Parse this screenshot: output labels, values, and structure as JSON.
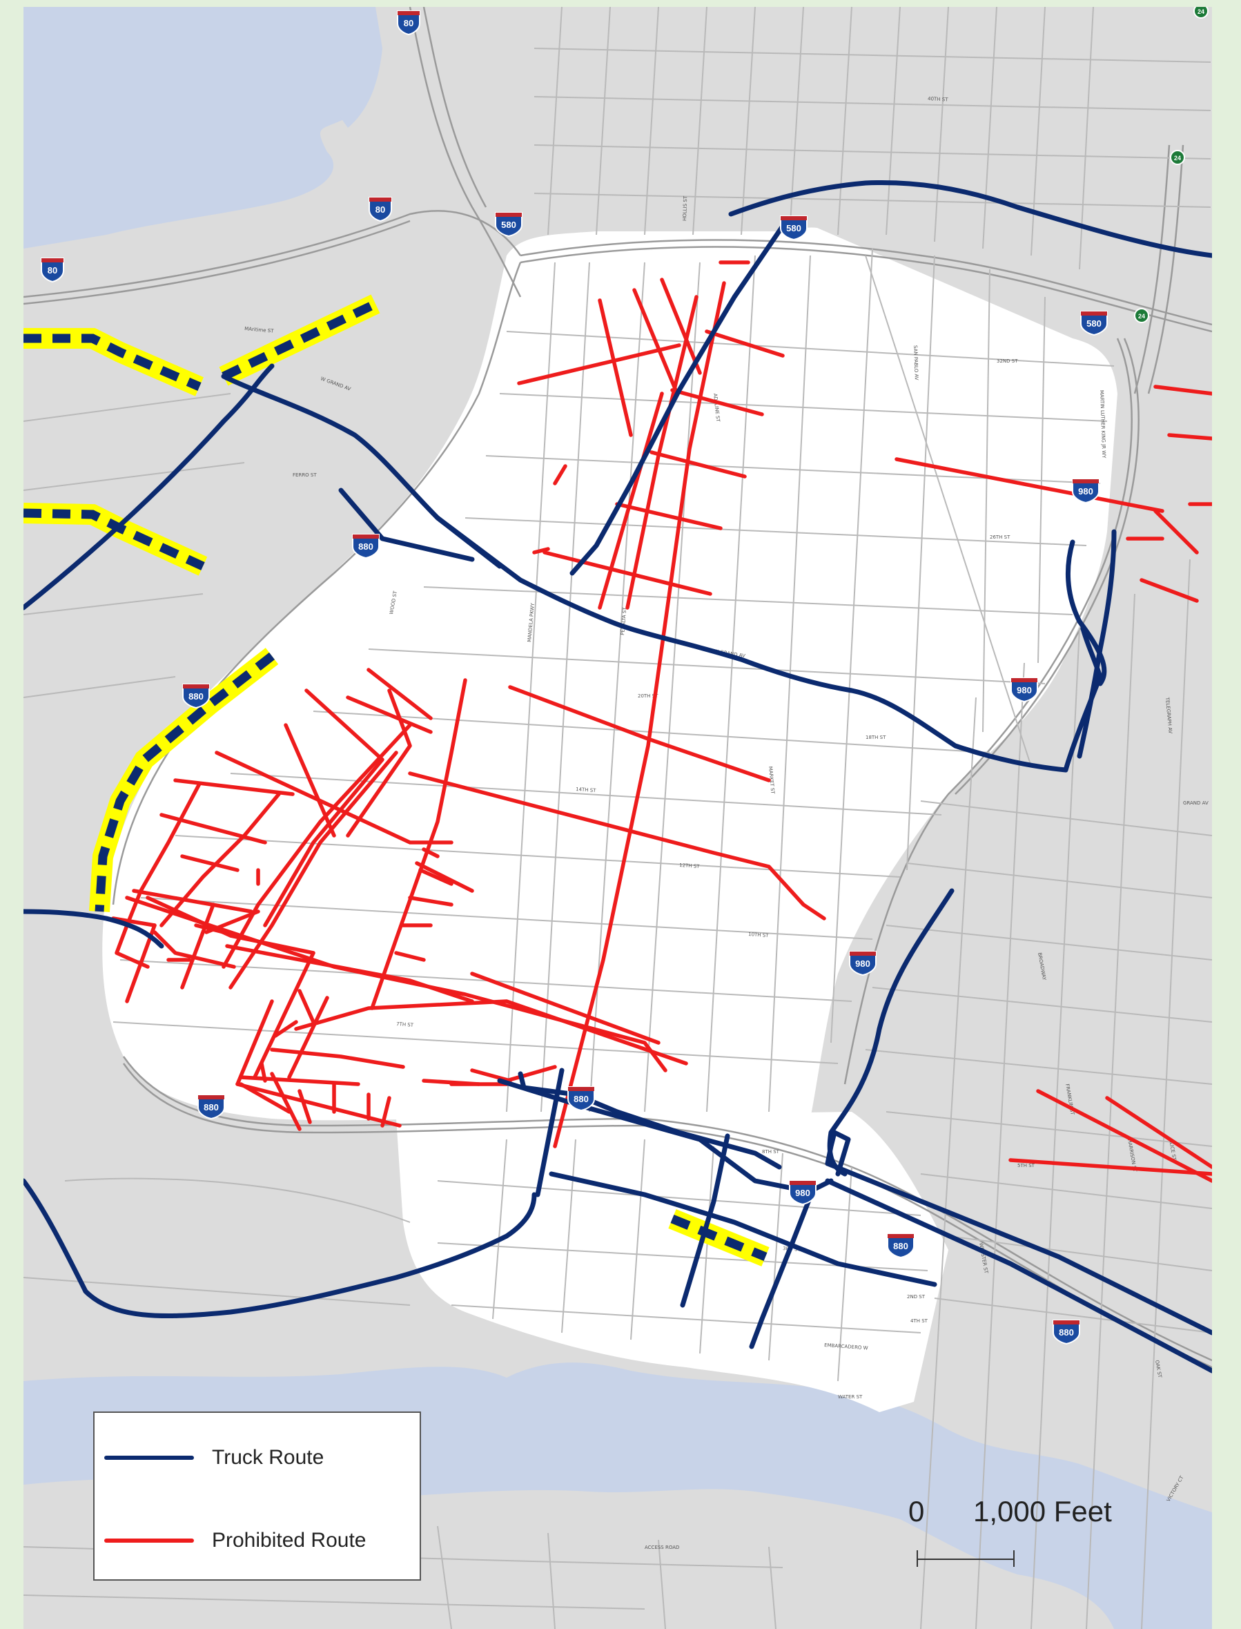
{
  "colors": {
    "land": "#dcdcdc",
    "district": "#ffffff",
    "water": "#c8d3e8",
    "truck_route": "#0b2a6f",
    "prohibited_route": "#ee1c1c",
    "proposed_highlight": "#ffff00",
    "proposed_dash": "#0b2a6f",
    "interstate_shield": "#1a4aa0",
    "state_shield": "#1c7a38"
  },
  "shields": [
    {
      "route": "80",
      "type": "interstate"
    },
    {
      "route": "80",
      "type": "interstate"
    },
    {
      "route": "80",
      "type": "interstate"
    },
    {
      "route": "580",
      "type": "interstate"
    },
    {
      "route": "580",
      "type": "interstate"
    },
    {
      "route": "580",
      "type": "interstate"
    },
    {
      "route": "24",
      "type": "state"
    },
    {
      "route": "24",
      "type": "state"
    },
    {
      "route": "24",
      "type": "state"
    },
    {
      "route": "980",
      "type": "interstate"
    },
    {
      "route": "980",
      "type": "interstate"
    },
    {
      "route": "980",
      "type": "interstate"
    },
    {
      "route": "980",
      "type": "interstate"
    },
    {
      "route": "880",
      "type": "interstate"
    },
    {
      "route": "880",
      "type": "interstate"
    },
    {
      "route": "880",
      "type": "interstate"
    },
    {
      "route": "880",
      "type": "interstate"
    },
    {
      "route": "880",
      "type": "interstate"
    },
    {
      "route": "880",
      "type": "interstate"
    }
  ],
  "street_labels": [
    "40TH ST",
    "ADELINE ST",
    "MARKET ST",
    "GRAND AV",
    "W GRAND AV",
    "14TH ST",
    "12TH ST",
    "10TH ST",
    "7TH ST",
    "3RD ST",
    "2ND ST",
    "EMBARCADERO W",
    "WATER ST",
    "MANDELA PKWY",
    "WOOD ST",
    "PERALTA ST",
    "SAN PABLO AV",
    "MARTIN LUTHER KING JR WY",
    "BROADWAY",
    "WEBSTER ST",
    "TELEGRAPH AV",
    "ALICE ST",
    "FRANKLIN ST",
    "HARRISON ST",
    "OAK ST",
    "ACCESS ROAD",
    "W GRAND AV",
    "MAritime ST",
    "FERRO ST",
    "32ND ST",
    "26TH ST",
    "20TH ST",
    "18TH ST",
    "8TH ST",
    "5TH ST",
    "4TH ST",
    "HOLLIS ST",
    "VICTORY CT"
  ],
  "legend": {
    "items": [
      {
        "label": "Truck Route",
        "color": "#0b2a6f"
      },
      {
        "label": "Prohibited Route",
        "color": "#ee1c1c"
      }
    ]
  },
  "scale": {
    "zero": "0",
    "distance": "1,000 Feet"
  }
}
